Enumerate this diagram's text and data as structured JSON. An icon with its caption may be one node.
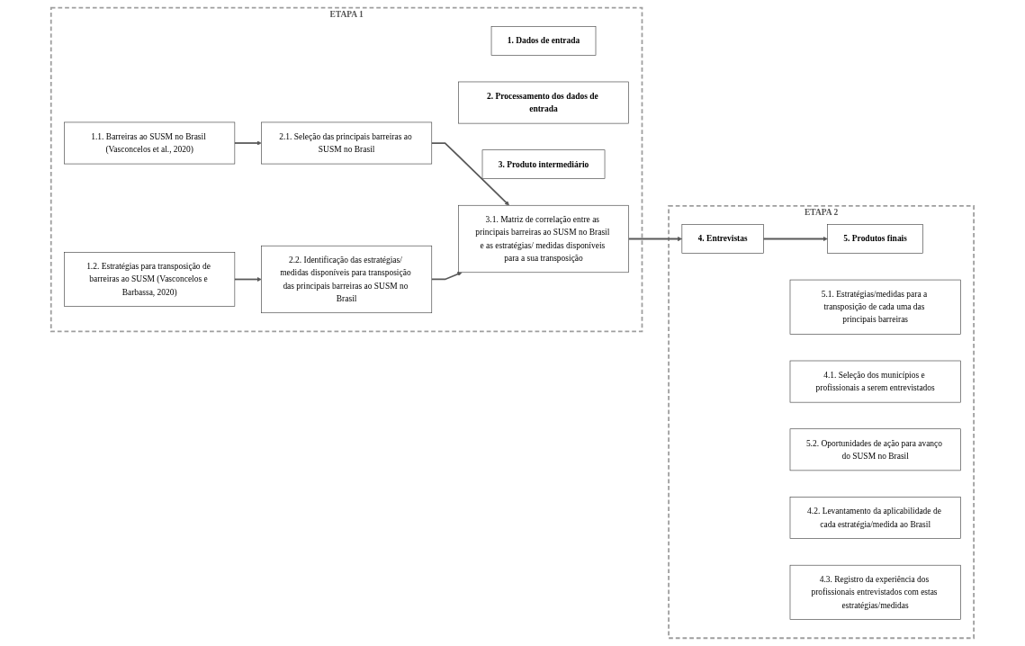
{
  "diagram": {
    "nodes": [
      {
        "text": [
          "ETAPA 1"
        ]
      },
      {
        "text": [
          "1. Dados de entrada"
        ],
        "in": 0
      },
      {
        "text": [
          "2. Processamento dos dados de entrada"
        ],
        "in": 0
      },
      {
        "text": [
          "3. Produto intermediário"
        ],
        "in": 0
      },
      {
        "text": [
          "1.1. Barreiras ao SUSM no Brasil (Vasconcelos et al., 2020)"
        ],
        "in": 0
      },
      {
        "text": [
          "2.1. Seleção das principais barreiras ao SUSM no Brasil"
        ],
        "in": 0
      },
      {
        "text": [
          "3.1. Matriz de correlação entre as principais barreiras ao SUSM no Brasil e as estratégias/ medidas disponíveis para a sua transposição"
        ],
        "in": 0
      },
      {
        "text": [
          "1.2. Estratégias para transposição de barreiras ao SUSM (Vasconcelos e Barbassa, 2020)"
        ],
        "in": 0
      },
      {
        "text": [
          "2.2. Identificação das estratégias/ medidas disponíveis para transposição das principais barreiras ao SUSM no Brasil"
        ],
        "in": 0
      },
      {
        "text": [
          "ETAPA 2"
        ]
      },
      {
        "text": [
          "5. Produtos finais"
        ],
        "in": 9
      },
      {
        "text": [
          "4. Entrevistas"
        ],
        "in": 9
      },
      {
        "text": [
          "5.1. Estratégias/medidas para a transposição de cada uma das principais barreiras"
        ],
        "in": 9
      },
      {
        "text": [
          "4.1. Seleção dos municípios e profissionais a serem entrevistados"
        ],
        "in": 9
      },
      {
        "text": [
          "5.2. Oportunidades de ação para avanço do SUSM no Brasil"
        ],
        "in": 9
      },
      {
        "text": [
          "4.2. Levantamento da aplicabilidade de cada estratégia/medida ao Brasil"
        ],
        "in": 9
      },
      {
        "text": [
          "4.3. Registro da experiência dos profissionais entrevistados com estas estratégias/medidas"
        ],
        "in": 9
      }
    ],
    "edges": [
      {
        "from": 4,
        "to": 5,
        "arrow": "to"
      },
      {
        "from": 7,
        "to": 8,
        "arrow": "to"
      },
      {
        "from": 5,
        "to": 6,
        "arrow": "to"
      },
      {
        "from": 8,
        "to": 6,
        "arrow": "to"
      },
      {
        "from": 6,
        "to": 11,
        "arrow": "to"
      },
      {
        "from": 11,
        "to": 10,
        "arrow": "to"
      }
    ]
  }
}
